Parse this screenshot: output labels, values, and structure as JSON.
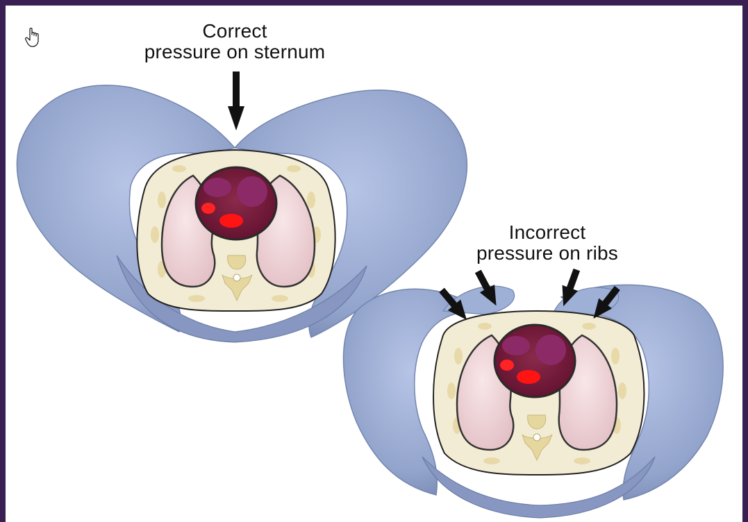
{
  "labels": {
    "correct": {
      "line1": "Correct",
      "line2": "pressure on sternum"
    },
    "incorrect": {
      "line1": "Incorrect",
      "line2": "pressure on ribs"
    }
  },
  "icons": {
    "cursor": "hand-pointer-icon"
  },
  "colors": {
    "frame_border": "#3a1f52",
    "glove": "#9daed4",
    "glove_shadow": "#6d7fa8",
    "chest_fill": "#f3ecd4",
    "lung": "#f0d6d8",
    "heart": "#7a1a3a",
    "heart_chamber": "#8c2a68",
    "heart_red": "#ff1a1a",
    "arrow": "#111111"
  }
}
